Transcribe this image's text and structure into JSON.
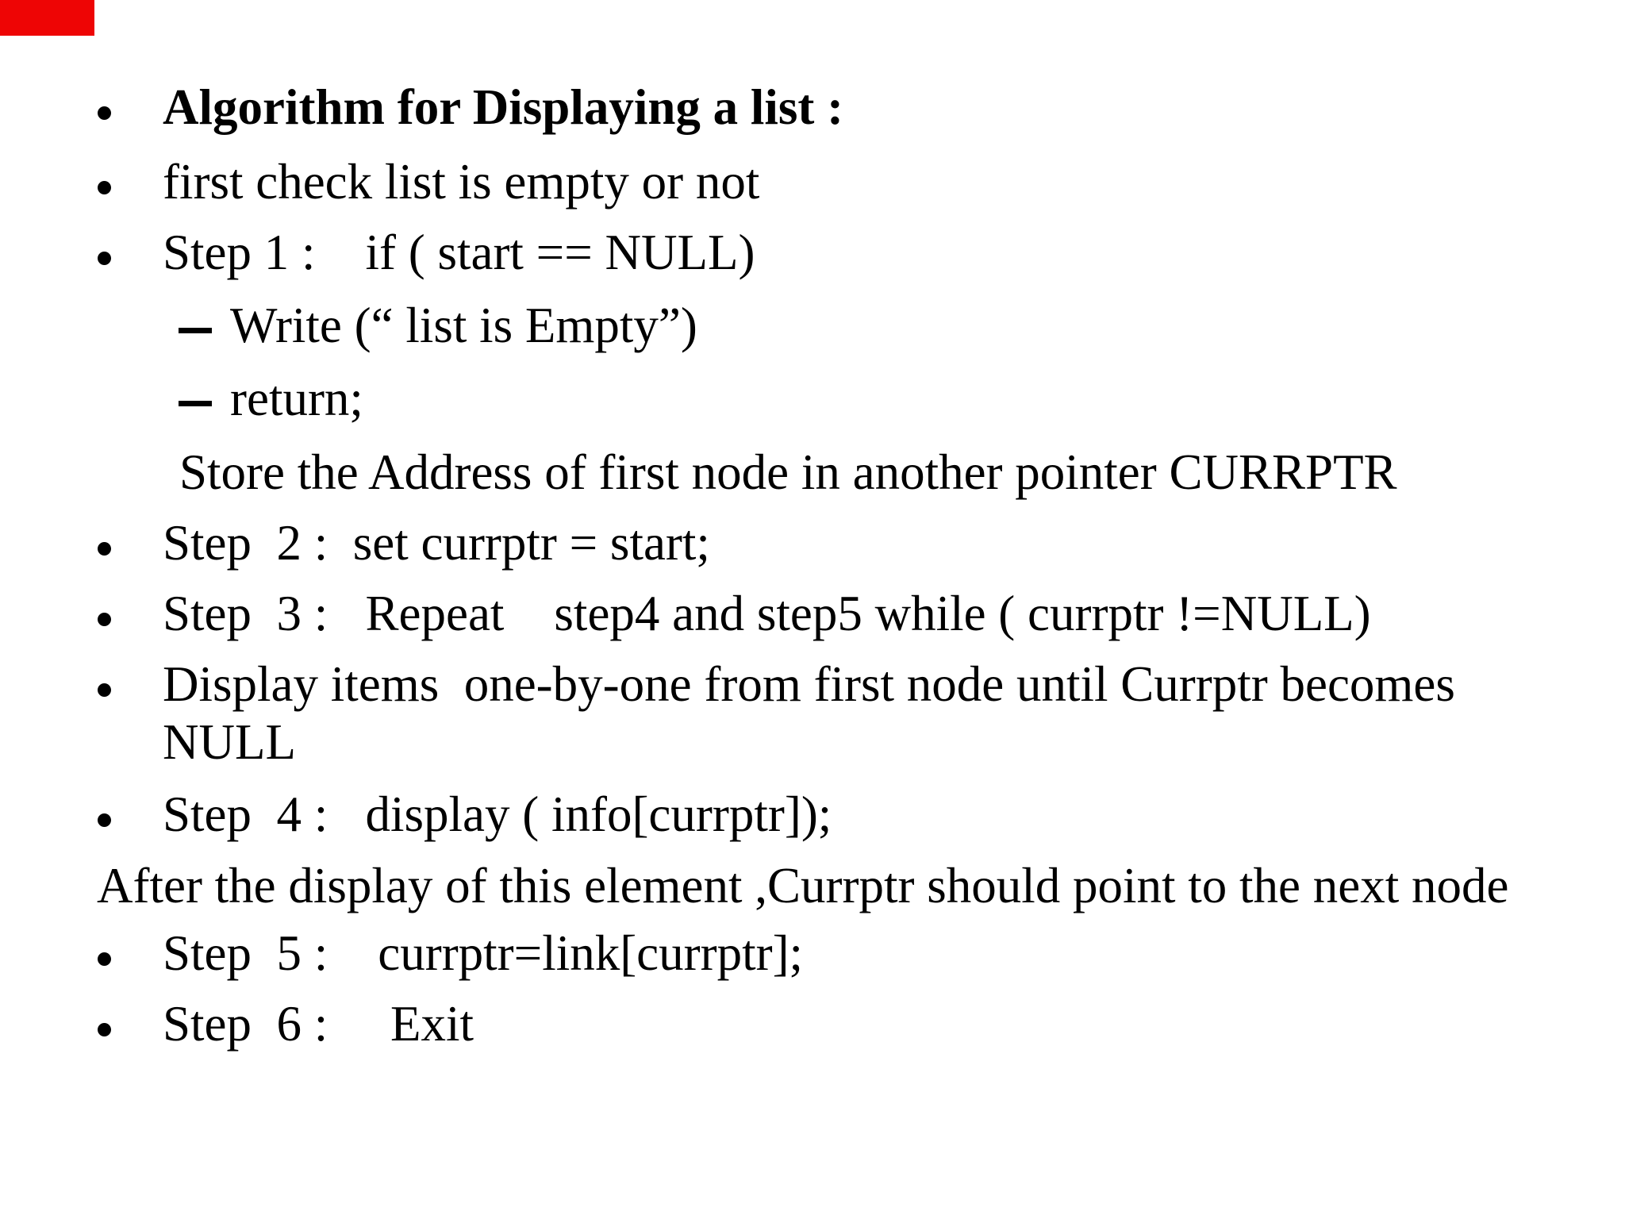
{
  "slide": {
    "title_line": "Algorithm for Displaying a list :",
    "colors": {
      "background": "#ffffff",
      "text": "#000000",
      "corner_marker_red": "#ee0505"
    }
  },
  "lines": [
    {
      "type": "bullet",
      "bold": true,
      "text": "Algorithm for Displaying a list :"
    },
    {
      "type": "bullet",
      "bold": false,
      "text": "first check list is empty or not"
    },
    {
      "type": "bullet",
      "bold": false,
      "text": "Step 1 :    if ( start == NULL)"
    },
    {
      "type": "dash",
      "bold": false,
      "text": "Write (“ list is Empty”)"
    },
    {
      "type": "dash",
      "bold": false,
      "text": "return;"
    },
    {
      "type": "indent",
      "bold": false,
      "text": "Store the Address of first node in another pointer CURRPTR"
    },
    {
      "type": "bullet",
      "bold": false,
      "text": "Step  2 :  set currptr = start;"
    },
    {
      "type": "bullet",
      "bold": false,
      "text": "Step  3 :   Repeat    step4 and step5 while ( currptr !=NULL)"
    },
    {
      "type": "bullet",
      "bold": false,
      "text": "Display items  one-by-one from first node until Currptr becomes"
    },
    {
      "type": "cont",
      "bold": false,
      "text": "NULL"
    },
    {
      "type": "bullet",
      "bold": false,
      "text": "Step  4 :   display ( info[currptr]);"
    },
    {
      "type": "plain",
      "bold": false,
      "text": "After the display of this element ,Currptr should point to the next node"
    },
    {
      "type": "bullet",
      "bold": false,
      "text": "Step  5 :    currptr=link[currptr];"
    },
    {
      "type": "bullet",
      "bold": false,
      "text": "Step  6 :     Exit"
    }
  ]
}
